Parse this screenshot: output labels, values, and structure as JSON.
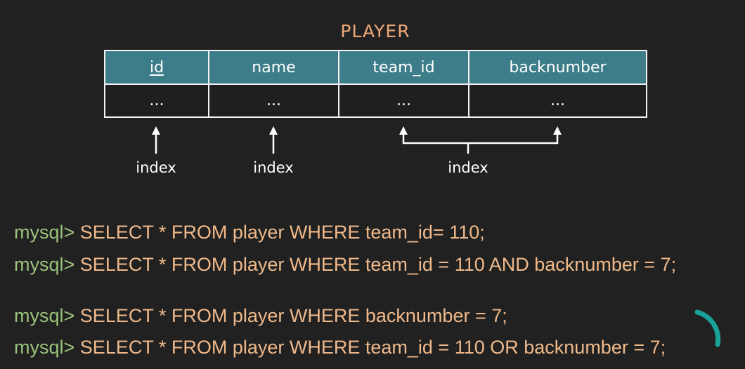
{
  "diagram": {
    "table_title": "PLAYER",
    "columns": [
      {
        "name": "id",
        "primary_key": true
      },
      {
        "name": "name",
        "primary_key": false
      },
      {
        "name": "team_id",
        "primary_key": false
      },
      {
        "name": "backnumber",
        "primary_key": false
      }
    ],
    "row": [
      "...",
      "...",
      "...",
      "..."
    ],
    "index_labels": [
      "index",
      "index",
      "index"
    ],
    "colors": {
      "background": "#212121",
      "header_fill": "#3d7d89",
      "title": "#f0a878",
      "prompt": "#9ac27a",
      "query": "#f0b98a",
      "spinner": "#1aa39a"
    }
  },
  "queries": [
    {
      "prompt": "mysql>",
      "sql": "SELECT * FROM player WHERE team_id= 110;"
    },
    {
      "prompt": "mysql>",
      "sql": "SELECT * FROM player WHERE team_id = 110 AND backnumber = 7;"
    },
    {
      "prompt": "mysql>",
      "sql": "SELECT * FROM player WHERE backnumber = 7;"
    },
    {
      "prompt": "mysql>",
      "sql": "SELECT * FROM player WHERE team_id = 110 OR backnumber = 7;"
    }
  ],
  "indicator": {
    "icon": "loading-spinner-icon"
  }
}
